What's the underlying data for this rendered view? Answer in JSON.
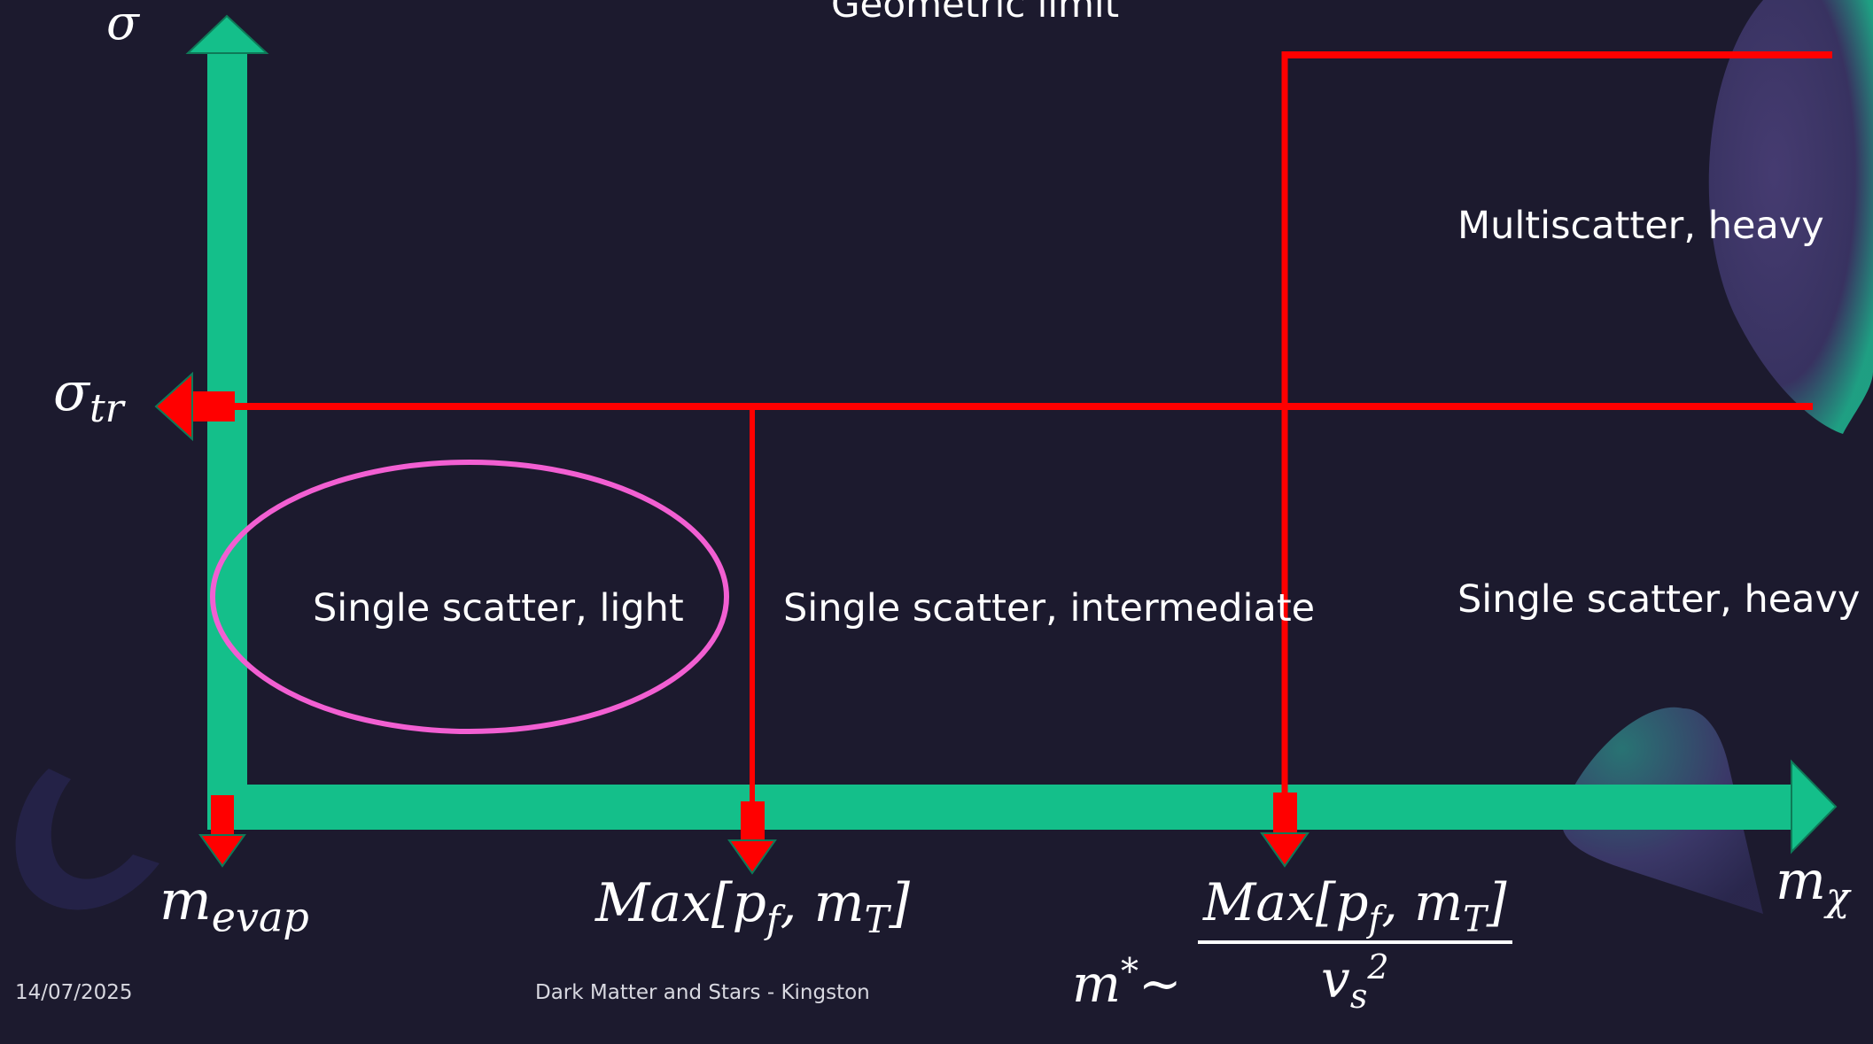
{
  "title": "Geometric limit",
  "axes": {
    "y_label": "σ",
    "x_label_base": "m",
    "x_label_sub": "χ"
  },
  "threshold": {
    "base": "σ",
    "sub": "tr"
  },
  "x_marks": {
    "m_evap": {
      "base": "m",
      "sub": "evap"
    },
    "mid": {
      "pre": "Max[p",
      "sub_f": "f",
      "mid": ", m",
      "sub_T": "T",
      "post": "]"
    },
    "m_star": {
      "lhs_base": "m",
      "lhs_sup": "*",
      "tilde": "~",
      "num_pre": "Max[p",
      "num_sub_f": "f",
      "num_mid": ", m",
      "num_sub_T": "T",
      "num_post": "]",
      "den_base": "v",
      "den_sub": "s",
      "den_sup": "2"
    }
  },
  "regions": {
    "single_light": "Single scatter, light",
    "single_intermediate": "Single scatter, intermediate",
    "single_heavy": "Single scatter, heavy",
    "multi_heavy": "Multiscatter, heavy"
  },
  "footer": {
    "date": "14/07/2025",
    "center": "Dark Matter and Stars - Kingston"
  },
  "colors": {
    "background": "#1c1a2e",
    "axis": "#14bf8a",
    "boundary": "#ff0000",
    "highlight": "#f25fd2",
    "text": "#ffffff"
  }
}
